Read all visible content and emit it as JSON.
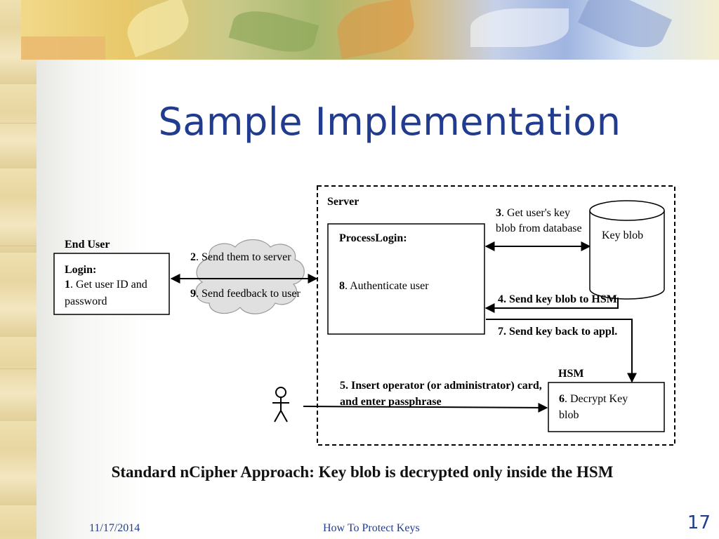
{
  "slide": {
    "title": "Sample Implementation",
    "caption": "Standard nCipher Approach: Key blob is decrypted  only inside the HSM",
    "footer": {
      "date": "11/17/2014",
      "title": "How To Protect Keys",
      "page": "17"
    }
  },
  "diagram": {
    "server_label": "Server",
    "end_user": {
      "heading": "End User",
      "box_title": "Login:",
      "step1_num": "1",
      "step1_text": ". Get user ID and",
      "step1_text2": "password"
    },
    "cloud": {
      "step2_num": "2",
      "step2_text": ". Send them to server",
      "step9_num": "9",
      "step9_text": ". Send feedback to user"
    },
    "process": {
      "box_title": "ProcessLogin:",
      "step8_num": "8",
      "step8_text": ". Authenticate user"
    },
    "database": {
      "step3_num": "3",
      "step3_text": ". Get user's key",
      "step3_text2": "blob from database",
      "label": "Key blob"
    },
    "step4": "4. Send key blob to HSM",
    "step7": "7. Send key back to appl.",
    "hsm": {
      "heading": "HSM",
      "step6_num": "6",
      "step6_text": ". Decrypt Key",
      "step6_text2": "blob"
    },
    "operator": {
      "step5_num": "5",
      "step5_text": ". Insert operator (or administrator) card,",
      "step5_text2": "and enter passphrase"
    }
  },
  "colors": {
    "title": "#213c8e",
    "footer": "#213c8e",
    "diagram_ink": "#000000"
  }
}
